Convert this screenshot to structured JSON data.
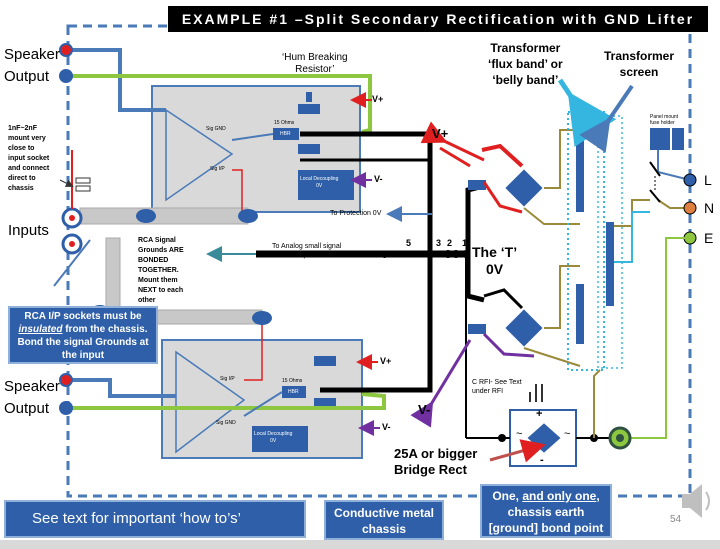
{
  "title": "EXAMPLE #1 –Split Secondary Rectification with GND Lifter",
  "labels": {
    "speaker_output_top": "Speaker\nOutput",
    "speaker_output_bottom": "Speaker\nOutput",
    "inputs": "Inputs",
    "hum_breaking": "‘Hum Breaking\nResistor’",
    "flux_band": "Transformer\n‘flux band’ or\n‘belly band’",
    "transformer_screen": "Transformer\nscreen",
    "cap_note": "1nF~2nF\nmount very\nclose to\ninput socket\nand connect\ndirect to\nchassis",
    "rca_grounds": "RCA Signal\nGrounds ARE\nBONDED\nTOGETHER.\nMount them\nNEXT to each\nother",
    "to_protection": "To Protection 0V",
    "to_analog": "To Analog small signal\nGND if required",
    "the_t": "The ‘T’\n0V",
    "crfi": "C RFI- See Text\nunder RFI",
    "bridge": "25A or bigger\nBridge Rect",
    "panel_fuse": "Panel mount\nfuse holder",
    "vplus_top": "V+",
    "vminus_top": "V-",
    "vplus_bottom": "V+",
    "vminus_bottom": "V-",
    "vplus_big": "V+",
    "vminus_big": "V-",
    "sig_gnd_top": "Sig GND",
    "sig_ip_top": "Sig I/P",
    "sig_ip_bottom": "Sig I/P",
    "sig_gnd_bottom": "Sig GND",
    "ohms_top": "15 Ohms",
    "ohms_bottom": "15 Ohms",
    "hbr_top": "HBR",
    "hbr_bottom": "HBR",
    "local_dec_top": "Local Decoupling\n0V",
    "local_dec_bottom": "Local Decoupling\n0V",
    "n5": "5",
    "n3": "3",
    "n2": "2",
    "n1": "1",
    "n6": "6",
    "L": "L",
    "N": "N",
    "E": "E",
    "plus": "+",
    "minus": "-",
    "tilde_left": "~",
    "tilde_right": "~",
    "page_number": "54"
  },
  "callouts": {
    "rca_insulated_1": "RCA I/P sockets must be",
    "rca_insulated_2": "insulated",
    "rca_insulated_3": " from the chassis.\nBond the signal Grounds at\nthe input",
    "chassis_bond_1": "One, ",
    "chassis_bond_2": "and only one",
    "chassis_bond_3": ",\nchassis earth\n[ground] bond point",
    "conductive_chassis": "Conductive metal\nchassis",
    "see_text": "See text for important ‘how to’s’"
  },
  "colors": {
    "wire_blue": "#4a7ab8",
    "wire_green": "#8dc63f",
    "wire_red": "#e02020",
    "wire_purple": "#7030a0",
    "wire_olive": "#9b8a3a",
    "callout_blue": "#2e5fa8",
    "cyan": "#35b6e0"
  }
}
